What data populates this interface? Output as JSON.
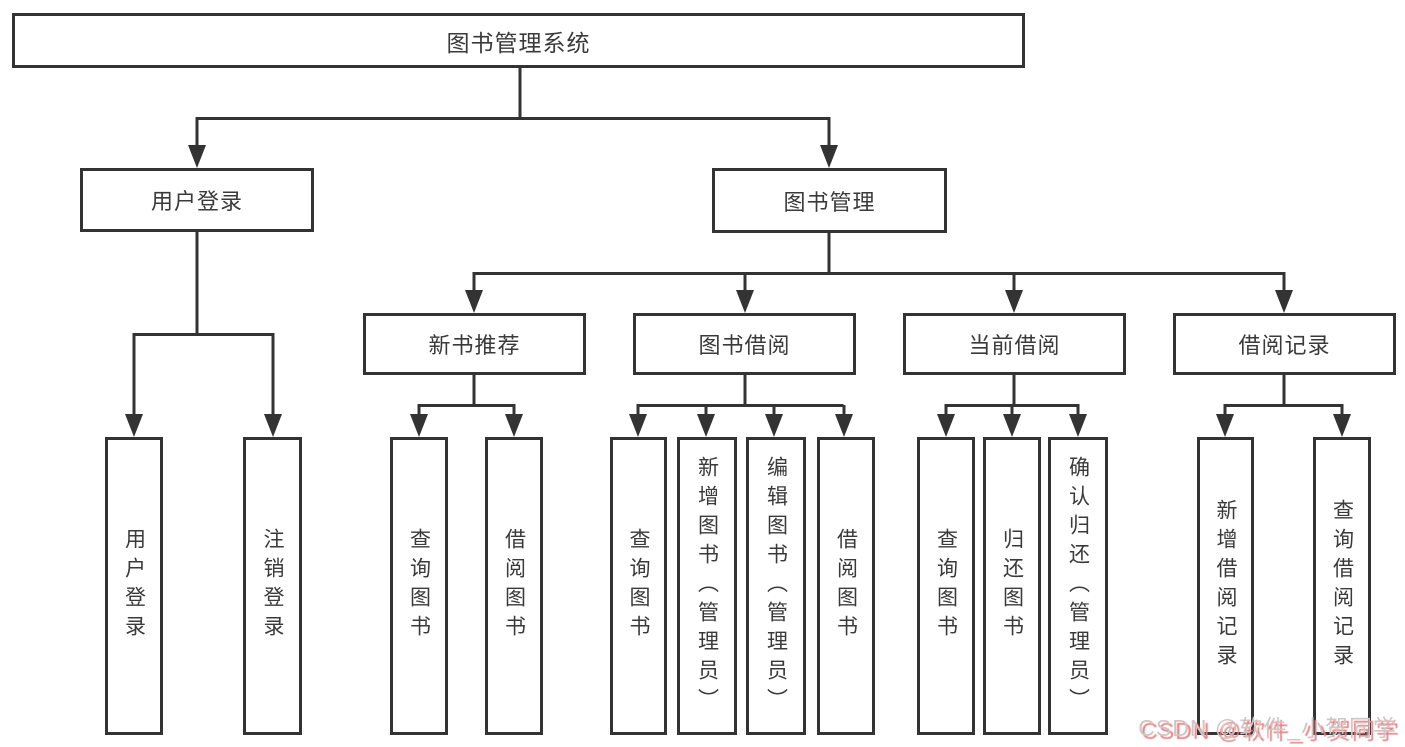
{
  "colors": {
    "line": "#333333",
    "box_border": "#333333",
    "box_bg": "#ffffff",
    "text": "#3a3a3a",
    "watermark_text": "#c8c8c8",
    "watermark_shadow": "#f87b7b"
  },
  "tree": {
    "root": {
      "label": "图书管理系统"
    },
    "children": [
      {
        "label": "用户登录",
        "children": [
          {
            "label": "用户登录"
          },
          {
            "label": "注销登录"
          }
        ]
      },
      {
        "label": "图书管理",
        "children": [
          {
            "label": "新书推荐",
            "children": [
              {
                "label": "查询图书"
              },
              {
                "label": "借阅图书"
              }
            ]
          },
          {
            "label": "图书借阅",
            "children": [
              {
                "label": "查询图书"
              },
              {
                "label": "新增图书（管理员）"
              },
              {
                "label": "编辑图书（管理员）"
              },
              {
                "label": "借阅图书"
              }
            ]
          },
          {
            "label": "当前借阅",
            "children": [
              {
                "label": "查询图书"
              },
              {
                "label": "归还图书"
              },
              {
                "label": "确认归还（管理员）"
              }
            ]
          },
          {
            "label": "借阅记录",
            "children": [
              {
                "label": "新增借阅记录"
              },
              {
                "label": "查询借阅记录"
              }
            ]
          }
        ]
      }
    ]
  },
  "watermark": {
    "text": "CSDN @软件_小贺同学"
  }
}
